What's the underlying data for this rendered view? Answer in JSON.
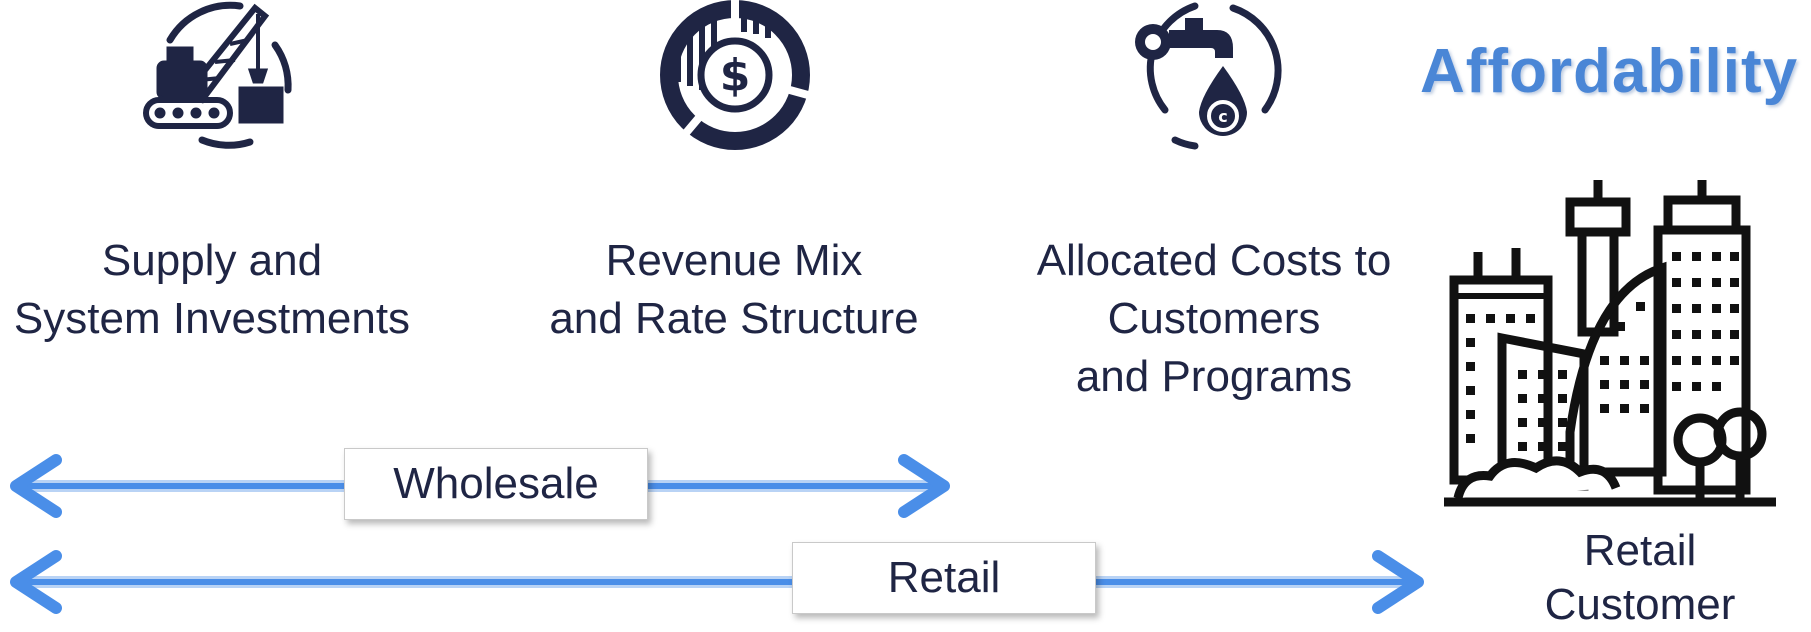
{
  "icons": {
    "supply": "crane-icon",
    "revenue": "dollar-pie-icon",
    "allocated": "faucet-drop-icon",
    "customer": "city-buildings-icon"
  },
  "headline": "Affordability",
  "captions": {
    "supply": "Supply and\nSystem Investments",
    "revenue": "Revenue Mix\nand Rate Structure",
    "allocated": "Allocated Costs to\nCustomers\nand Programs",
    "customer": "Retail\nCustomer"
  },
  "arrows": {
    "wholesale_label": "Wholesale",
    "retail_label": "Retail"
  },
  "colors": {
    "text": "#1f2544",
    "icon": "#1f2544",
    "arrow": "#4a8ee8",
    "headline": "#4a86d6"
  }
}
